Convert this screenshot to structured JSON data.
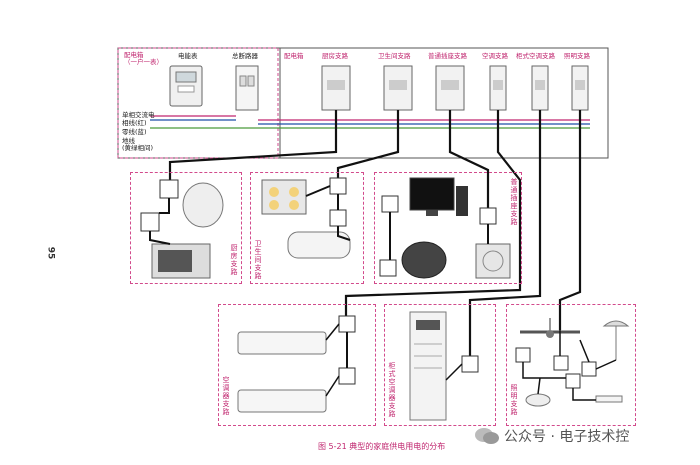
{
  "page_number": "95",
  "caption": "图 5-21   典型的家庭供电用电的分布",
  "watermark": "公众号 · 电子技术控",
  "panel": {
    "distribution_box": "配电箱",
    "user_box": "配电箱\n（一户一表）",
    "meter": "电能表",
    "main_breaker": "总断路器",
    "incoming": "单相交流电",
    "live": "相线(红)",
    "neutral": "零线(蓝)",
    "ground": "地线\n(黄绿相间)"
  },
  "branches": [
    "厨房支路",
    "卫生间支路",
    "普通插座支路",
    "空调支路",
    "柜式空调支路",
    "照明支路"
  ],
  "zones": {
    "kitchen": "厨房支路",
    "bathroom": "卫生间支路",
    "socket": "普通插座支路",
    "ac": "空调器支路",
    "cabinet_ac": "柜式空调器支路",
    "lighting": "照明支路"
  },
  "colors": {
    "accent": "#c0266f",
    "wire": "#111111",
    "dash": "#d24a8c"
  }
}
